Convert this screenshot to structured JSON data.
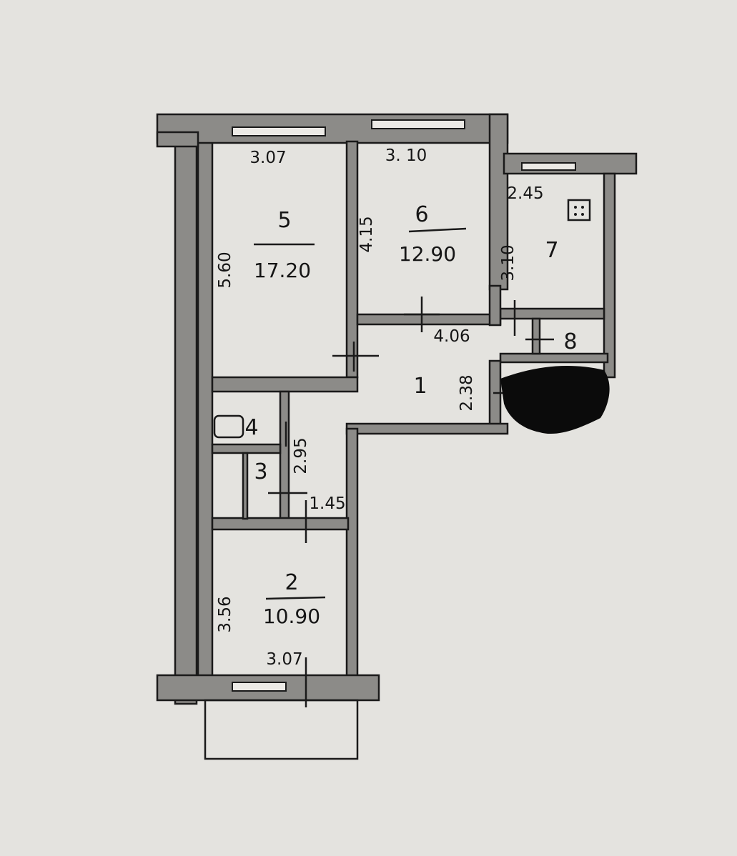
{
  "rooms": {
    "r1": {
      "number": "1"
    },
    "r2": {
      "number": "2",
      "area": "10.90"
    },
    "r3": {
      "number": "3"
    },
    "r4": {
      "number": "4"
    },
    "r5": {
      "number": "5",
      "area": "17.20"
    },
    "r6": {
      "number": "6",
      "area": "12.90"
    },
    "r7": {
      "number": "7"
    },
    "r8": {
      "number": "8"
    }
  },
  "dimensions": {
    "d_307_top": "3.07",
    "d_310_top": "3. 10",
    "d_245": "2.45",
    "d_560": "5.60",
    "d_415": "4.15",
    "d_310_kitchen": "3.10",
    "d_406": "4.06",
    "d_238": "2.38",
    "d_295": "2.95",
    "d_145": "1.45",
    "d_356": "3.56",
    "d_307_bottom": "3.07"
  },
  "colors": {
    "wall": "#8c8b88",
    "paper": "#e4e3df",
    "ink": "#1a1a1a"
  }
}
